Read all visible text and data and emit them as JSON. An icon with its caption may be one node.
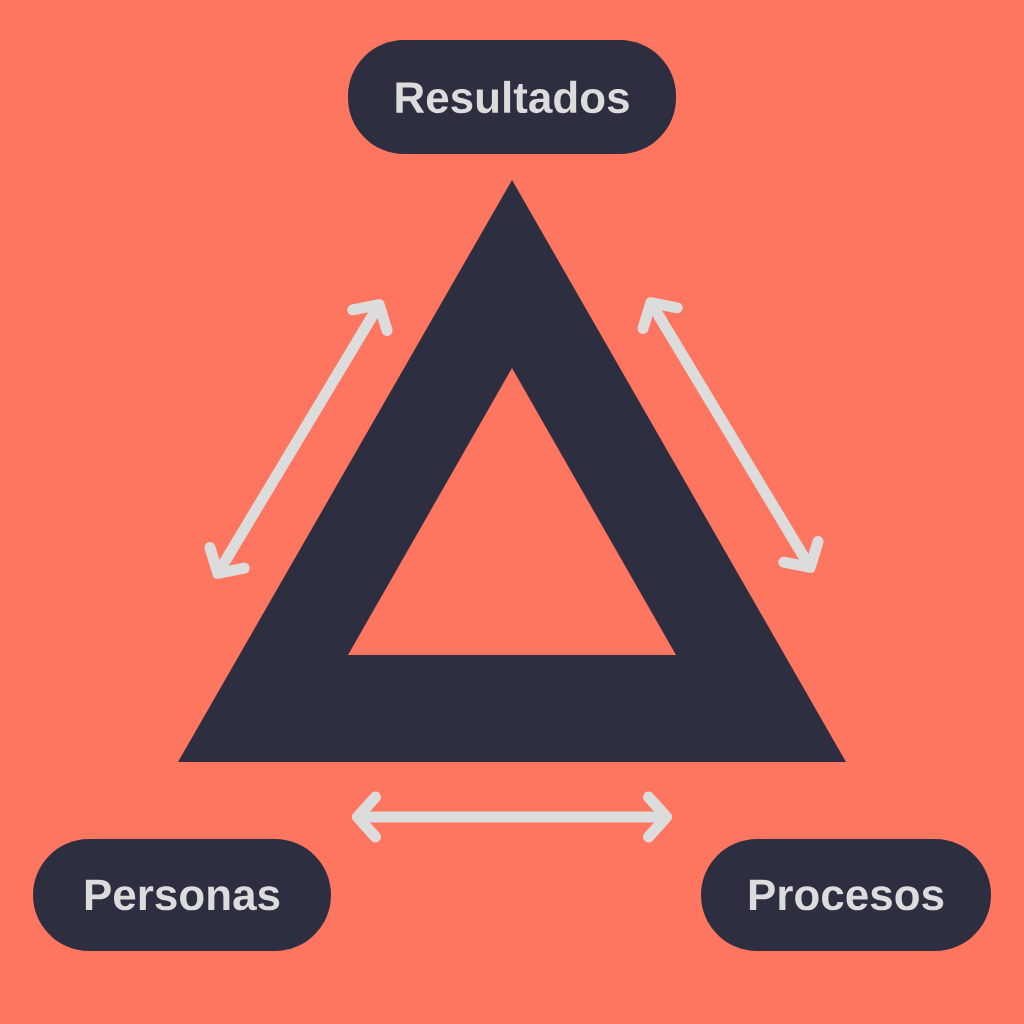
{
  "diagram": {
    "nodes": [
      {
        "text": [
          "Resultados"
        ]
      },
      {
        "text": [
          "Personas"
        ]
      },
      {
        "text": [
          "Procesos"
        ]
      }
    ]
  }
}
